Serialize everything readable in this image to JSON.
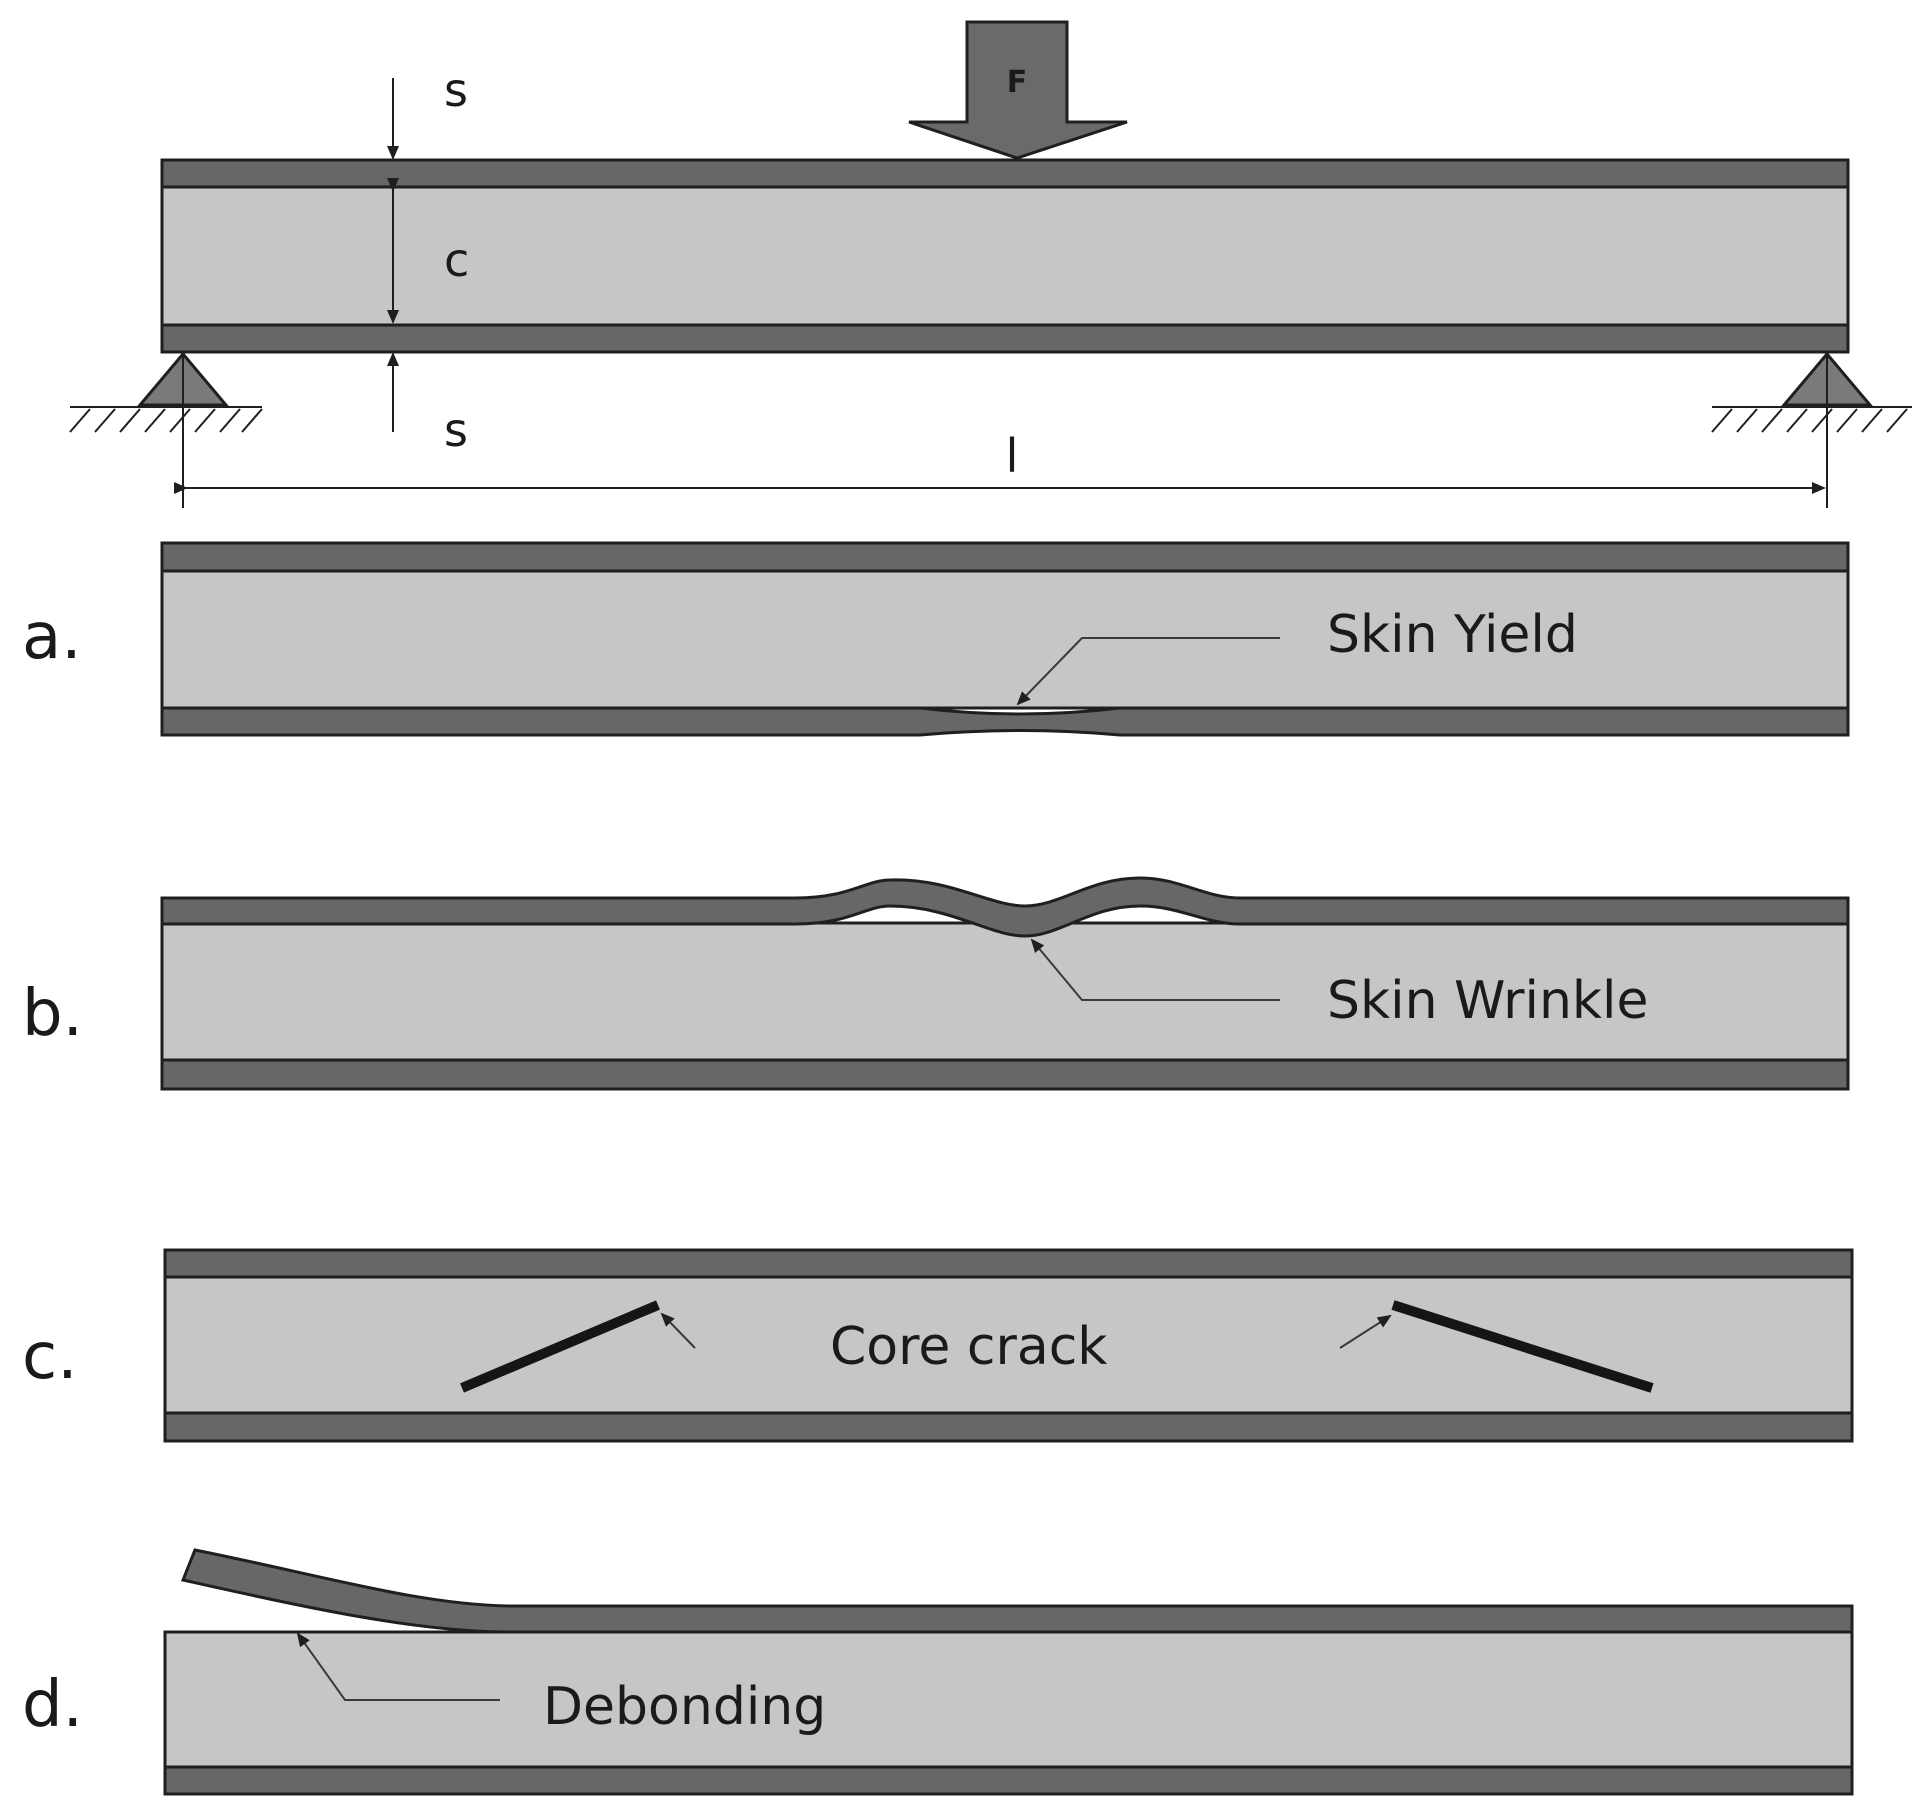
{
  "top_beam": {
    "force_label": "F",
    "skin_top_label": "s",
    "core_label": "c",
    "skin_bottom_label": "s",
    "span_label": "l"
  },
  "modes": [
    {
      "letter": "a.",
      "name": "Skin Yield"
    },
    {
      "letter": "b.",
      "name": "Skin Wrinkle"
    },
    {
      "letter": "c.",
      "name": "Core crack"
    },
    {
      "letter": "d.",
      "name": "Debonding"
    }
  ],
  "colors": {
    "skin": "#676767",
    "core": "#c6c6c6",
    "outline": "#1f1f1f",
    "background": "#ffffff"
  }
}
